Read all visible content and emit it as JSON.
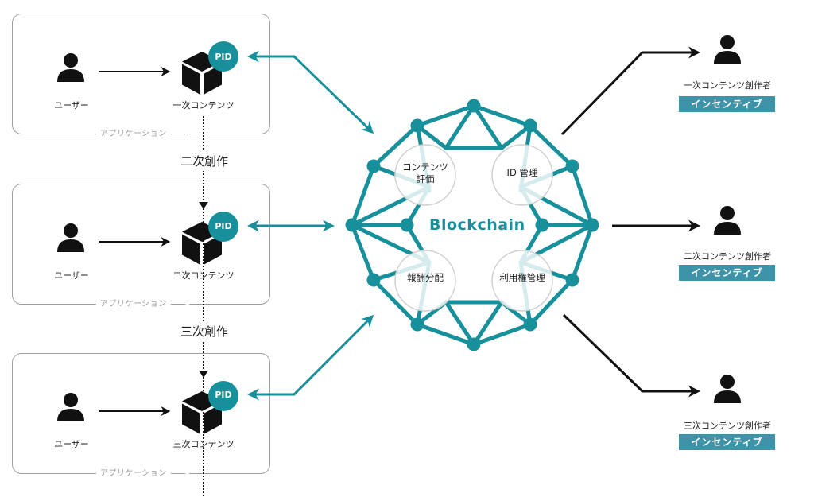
{
  "colors": {
    "teal": "#17909b",
    "teal_light": "#d6ecf0",
    "incentive_bg": "#3f93a8",
    "black": "#111111",
    "box_border": "#a0a0a0"
  },
  "applications": [
    {
      "user_label": "ユーザー",
      "content_label": "一次コンテンツ",
      "pid": "PID",
      "app_label": "アプリケーション"
    },
    {
      "user_label": "ユーザー",
      "content_label": "二次コンテンツ",
      "pid": "PID",
      "app_label": "アプリケーション"
    },
    {
      "user_label": "ユーザー",
      "content_label": "三次コンテンツ",
      "pid": "PID",
      "app_label": "アプリケーション"
    }
  ],
  "derivations": [
    "二次創作",
    "三次創作"
  ],
  "blockchain": {
    "title": "Blockchain",
    "functions": [
      {
        "line1": "コンテンツ",
        "line2": "評価"
      },
      {
        "line1": "ID 管理",
        "line2": ""
      },
      {
        "line1": "報酬分配",
        "line2": ""
      },
      {
        "line1": "利用権管理",
        "line2": ""
      }
    ]
  },
  "creators": [
    {
      "label": "一次コンテンツ創作者",
      "incentive": "インセンティブ"
    },
    {
      "label": "二次コンテンツ創作者",
      "incentive": "インセンティブ"
    },
    {
      "label": "三次コンテンツ創作者",
      "incentive": "インセンティブ"
    }
  ]
}
